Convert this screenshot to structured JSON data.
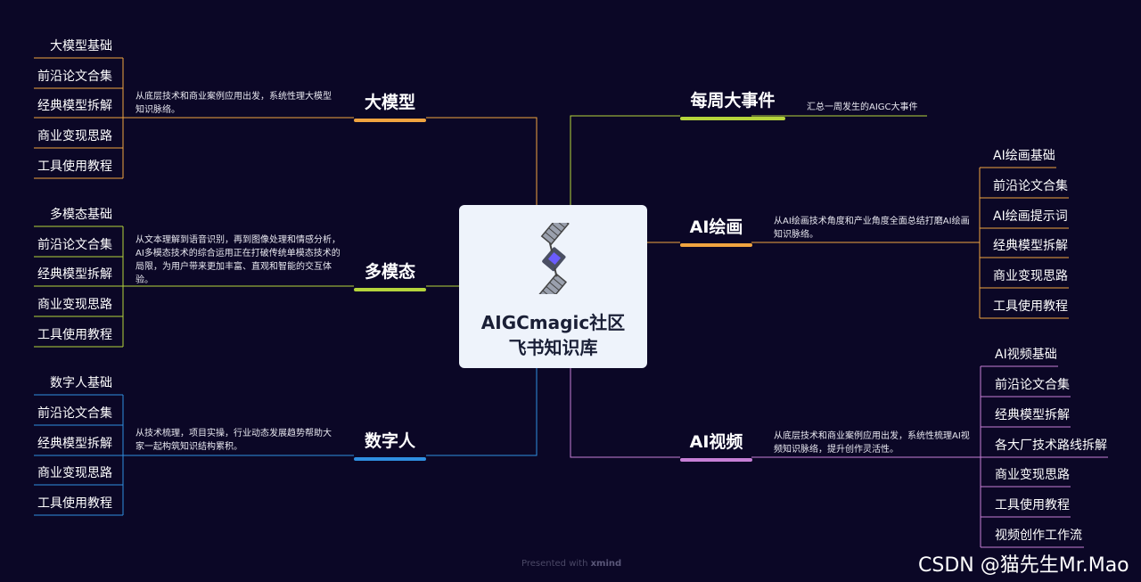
{
  "center": {
    "title_line1": "AIGCmagic社区",
    "title_line2": "飞书知识库",
    "icon": "satellite-icon"
  },
  "branches": {
    "big_model": {
      "title": "大模型",
      "color": "#f0a440",
      "description": "从底层技术和商业案例应用出发，系统性理大模型知识脉络。",
      "items": [
        "大模型基础",
        "前沿论文合集",
        "经典模型拆解",
        "商业变现思路",
        "工具使用教程"
      ]
    },
    "multimodal": {
      "title": "多模态",
      "color": "#b5d43c",
      "description": "从文本理解到语音识别，再到图像处理和情感分析，AI多模态技术的综合运用正在打破传统单模态技术的局限，为用户带来更加丰富、直观和智能的交互体验。",
      "items": [
        "多模态基础",
        "前沿论文合集",
        "经典模型拆解",
        "商业变现思路",
        "工具使用教程"
      ]
    },
    "digital_human": {
      "title": "数字人",
      "color": "#2f8fe0",
      "description": "从技术梳理，项目实操，行业动态发展趋势帮助大家一起构筑知识结构累积。",
      "items": [
        "数字人基础",
        "前沿论文合集",
        "经典模型拆解",
        "商业变现思路",
        "工具使用教程"
      ]
    },
    "weekly": {
      "title": "每周大事件",
      "color": "#b5d43c",
      "description": "汇总一周发生的AIGC大事件",
      "items": []
    },
    "ai_painting": {
      "title": "AI绘画",
      "color": "#f0a440",
      "description": "从AI绘画技术角度和产业角度全面总结打磨AI绘画知识脉络。",
      "items": [
        "AI绘画基础",
        "前沿论文合集",
        "AI绘画提示词",
        "经典模型拆解",
        "商业变现思路",
        "工具使用教程"
      ]
    },
    "ai_video": {
      "title": "AI视频",
      "color": "#c77fd6",
      "description": "从底层技术和商业案例应用出发，系统性梳理AI视频知识脉络，提升创作灵活性。",
      "items": [
        "AI视频基础",
        "前沿论文合集",
        "经典模型拆解",
        "各大厂技术路线拆解",
        "商业变现思路",
        "工具使用教程",
        "视频创作工作流"
      ]
    }
  },
  "footer": {
    "presented_with": "Presented with",
    "brand": "xmind"
  },
  "watermark": "CSDN @猫先生Mr.Mao"
}
